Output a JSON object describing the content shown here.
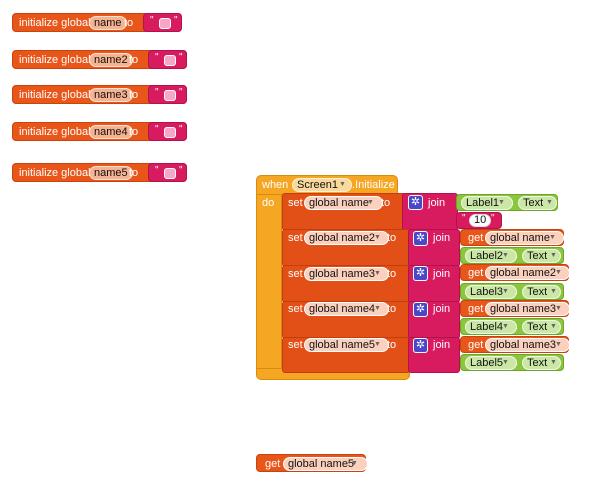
{
  "globals": [
    {
      "kw": "initialize global",
      "name": "name",
      "to": "to"
    },
    {
      "kw": "initialize global",
      "name": "name2",
      "to": "to"
    },
    {
      "kw": "initialize global",
      "name": "name3",
      "to": "to"
    },
    {
      "kw": "initialize global",
      "name": "name4",
      "to": "to"
    },
    {
      "kw": "initialize global",
      "name": "name5",
      "to": "to"
    }
  ],
  "event": {
    "when": "when",
    "component": "Screen1",
    "event_name": ".Initialize",
    "do": "do"
  },
  "sets": [
    {
      "set": "set",
      "var": "global name",
      "to": "to",
      "join": "join",
      "first_component": "Label1",
      "first_prop": "Text",
      "second_text": "10"
    },
    {
      "set": "set",
      "var": "global name2",
      "to": "to",
      "join": "join",
      "get": "get",
      "get_var": "global name",
      "component": "Label2",
      "prop": "Text"
    },
    {
      "set": "set",
      "var": "global name3",
      "to": "to",
      "join": "join",
      "get": "get",
      "get_var": "global name2",
      "component": "Label3",
      "prop": "Text"
    },
    {
      "set": "set",
      "var": "global name4",
      "to": "to",
      "join": "join",
      "get": "get",
      "get_var": "global name3",
      "component": "Label4",
      "prop": "Text"
    },
    {
      "set": "set",
      "var": "global name5",
      "to": "to",
      "join": "join",
      "get": "get",
      "get_var": "global name3",
      "component": "Label5",
      "prop": "Text"
    }
  ],
  "loose_get": {
    "get": "get",
    "var": "global name5"
  },
  "symbols": {
    "quote": "\"",
    "dot": ".",
    "dropdown": "▼"
  },
  "colors": {
    "variable_orange": "#e8561a",
    "text_pink": "#d81b5f",
    "component_green": "#8cc63f",
    "event_yellow": "#f5a623",
    "mutator_blue": "#4a48c8"
  }
}
